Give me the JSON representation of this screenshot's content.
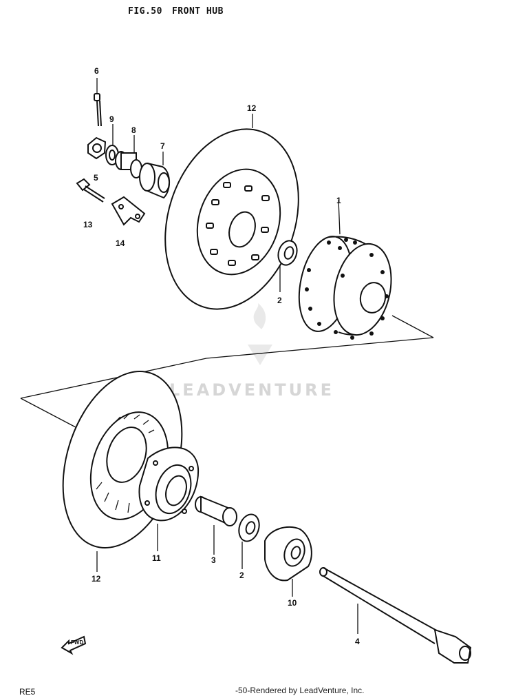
{
  "header": {
    "fig": "FIG.50",
    "name": "FRONT HUB"
  },
  "callouts": {
    "c6": "6",
    "c9": "9",
    "c8": "8",
    "c7": "7",
    "c5": "5",
    "c13": "13",
    "c14": "14",
    "c12top": "12",
    "c1": "1",
    "c2top": "2",
    "c11": "11",
    "c3": "3",
    "c2bot": "2",
    "c12bot": "12",
    "c10": "10",
    "c4": "4"
  },
  "watermark": {
    "text": "LEADVENTURE"
  },
  "footer": {
    "code": "RE5",
    "page": "-50-",
    "rendered": "Rendered by LeadVenture, Inc."
  },
  "fwd_label": "FWD"
}
